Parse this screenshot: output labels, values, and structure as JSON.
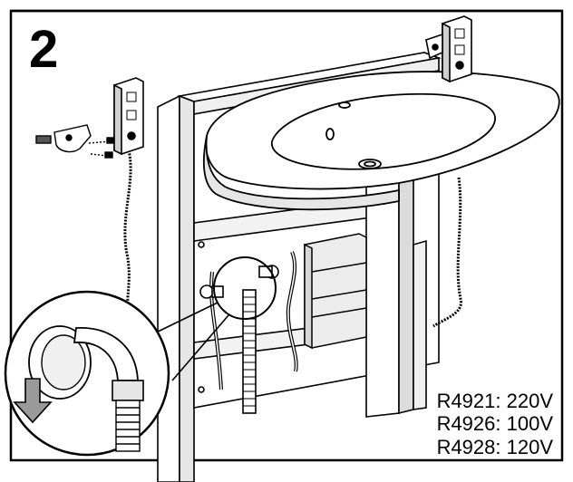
{
  "step_number": "2",
  "models": [
    {
      "code": "R4921",
      "voltage": "220V",
      "label": "R4921: 220V"
    },
    {
      "code": "R4926",
      "voltage": "100V",
      "label": "R4926: 100V"
    },
    {
      "code": "R4928",
      "voltage": "120V",
      "label": "R4928: 120V"
    }
  ],
  "colors": {
    "line": "#000000",
    "background": "#ffffff",
    "shade": "#d9d9d9",
    "arrow_fill": "#9a9a9a"
  }
}
